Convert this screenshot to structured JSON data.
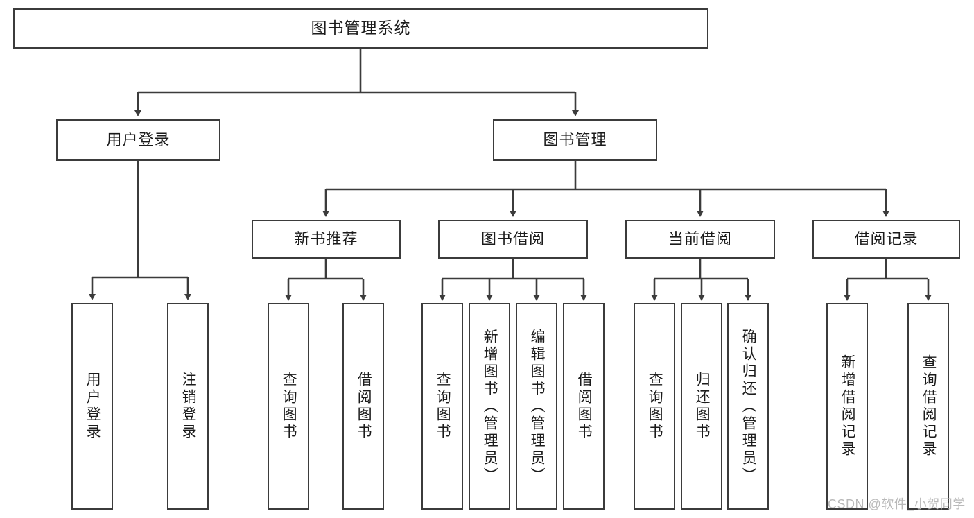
{
  "diagram": {
    "type": "tree-hierarchy",
    "title": "图书管理系统",
    "colors": {
      "stroke": "#3b3b3b",
      "fill": "#ffffff",
      "text": "#1b1b1b",
      "watermark": "#b9b9b9"
    },
    "root": {
      "label": "图书管理系统"
    },
    "level2": [
      {
        "label": "用户登录"
      },
      {
        "label": "图书管理"
      }
    ],
    "level3": [
      {
        "label": "新书推荐"
      },
      {
        "label": "图书借阅"
      },
      {
        "label": "当前借阅"
      },
      {
        "label": "借阅记录"
      }
    ],
    "leaves": {
      "user_login": [
        {
          "label": "用户登录"
        },
        {
          "label": "注销登录"
        }
      ],
      "new_book_recommend": [
        {
          "label": "查询图书"
        },
        {
          "label": "借阅图书"
        }
      ],
      "book_borrow": [
        {
          "label": "查询图书"
        },
        {
          "label": "新增图书（管理员）"
        },
        {
          "label": "编辑图书（管理员）"
        },
        {
          "label": "借阅图书"
        }
      ],
      "current_borrow": [
        {
          "label": "查询图书"
        },
        {
          "label": "归还图书"
        },
        {
          "label": "确认归还（管理员）"
        }
      ],
      "borrow_record": [
        {
          "label": "新增借阅记录"
        },
        {
          "label": "查询借阅记录"
        }
      ]
    },
    "watermark": "CSDN @软件_小贺同学"
  }
}
